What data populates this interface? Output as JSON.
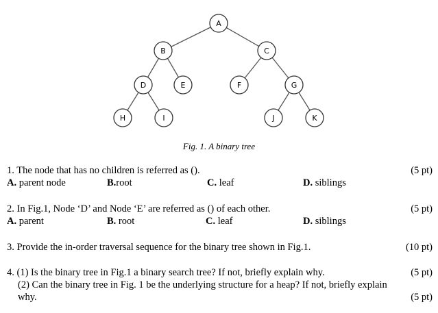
{
  "tree": {
    "nodes": [
      {
        "id": "A",
        "label": "A"
      },
      {
        "id": "B",
        "label": "B"
      },
      {
        "id": "C",
        "label": "C"
      },
      {
        "id": "D",
        "label": "D"
      },
      {
        "id": "E",
        "label": "E"
      },
      {
        "id": "F",
        "label": "F"
      },
      {
        "id": "G",
        "label": "G"
      },
      {
        "id": "H",
        "label": "H"
      },
      {
        "id": "I",
        "label": "I"
      },
      {
        "id": "J",
        "label": "J"
      },
      {
        "id": "K",
        "label": "K"
      }
    ],
    "edges": [
      [
        "A",
        "B"
      ],
      [
        "A",
        "C"
      ],
      [
        "B",
        "D"
      ],
      [
        "B",
        "E"
      ],
      [
        "C",
        "F"
      ],
      [
        "C",
        "G"
      ],
      [
        "D",
        "H"
      ],
      [
        "D",
        "I"
      ],
      [
        "G",
        "J"
      ],
      [
        "G",
        "K"
      ]
    ]
  },
  "caption": "Fig. 1. A binary tree",
  "q1": {
    "text": "1. The node that has no children is referred as ().",
    "points": "(5 pt)",
    "options": [
      {
        "letter": "A.",
        "text": "parent node"
      },
      {
        "letter": "B.",
        "text": "root"
      },
      {
        "letter": "C.",
        "text": "leaf"
      },
      {
        "letter": "D.",
        "text": "siblings"
      }
    ]
  },
  "q2": {
    "text": "2. In Fig.1, Node ‘D’ and Node ‘E’ are referred as () of each other.",
    "points": "(5 pt)",
    "options": [
      {
        "letter": "A.",
        "text": "parent"
      },
      {
        "letter": "B.",
        "text": "root"
      },
      {
        "letter": "C.",
        "text": "leaf"
      },
      {
        "letter": "D.",
        "text": "siblings"
      }
    ]
  },
  "q3": {
    "text": "3. Provide the in-order traversal sequence for the binary tree shown in Fig.1.",
    "points": "(10 pt)"
  },
  "q4": {
    "line1": "4. (1) Is the binary tree in Fig.1 a binary search tree? If not, briefly explain why.",
    "points1": "(5 pt)",
    "line2": "(2) Can the binary tree in Fig. 1 be the underlying structure for a heap? If not, briefly explain",
    "line3": "why.",
    "points2": "(5 pt)"
  }
}
